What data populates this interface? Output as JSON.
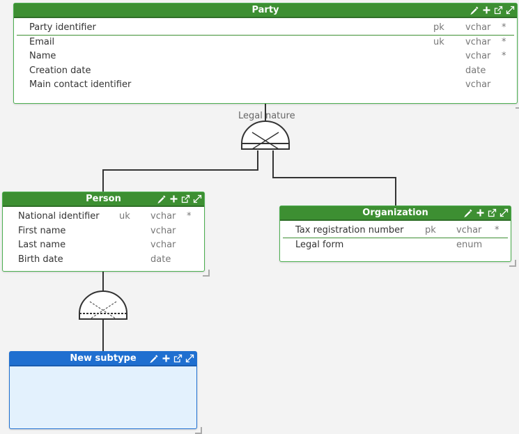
{
  "diagram": {
    "clusters": {
      "legal_nature": {
        "label": "Legal nature"
      },
      "unnamed": {
        "label": ""
      }
    },
    "entities": {
      "party": {
        "title": "Party",
        "color": "#3d8f32",
        "rows": [
          {
            "name": "Party identifier",
            "key": "pk",
            "type": "vchar",
            "required": "*"
          },
          {
            "name": "Email",
            "key": "uk",
            "type": "vchar",
            "required": "*"
          },
          {
            "name": "Name",
            "key": "",
            "type": "vchar",
            "required": "*"
          },
          {
            "name": "Creation date",
            "key": "",
            "type": "date",
            "required": ""
          },
          {
            "name": "Main contact identifier",
            "key": "",
            "type": "vchar",
            "required": ""
          }
        ]
      },
      "person": {
        "title": "Person",
        "color": "#3d8f32",
        "rows": [
          {
            "name": "National identifier",
            "key": "uk",
            "type": "vchar",
            "required": "*"
          },
          {
            "name": "First name",
            "key": "",
            "type": "vchar",
            "required": ""
          },
          {
            "name": "Last name",
            "key": "",
            "type": "vchar",
            "required": ""
          },
          {
            "name": "Birth date",
            "key": "",
            "type": "date",
            "required": ""
          }
        ]
      },
      "organization": {
        "title": "Organization",
        "color": "#3d8f32",
        "rows": [
          {
            "name": "Tax registration number",
            "key": "pk",
            "type": "vchar",
            "required": "*"
          },
          {
            "name": "Legal form",
            "key": "",
            "type": "enum",
            "required": ""
          }
        ]
      },
      "new_subtype": {
        "title": "New subtype",
        "color": "#1f6fd0",
        "rows": []
      }
    },
    "icons": [
      "pipette-icon",
      "plus-icon",
      "open-external-icon",
      "expand-icon"
    ]
  }
}
